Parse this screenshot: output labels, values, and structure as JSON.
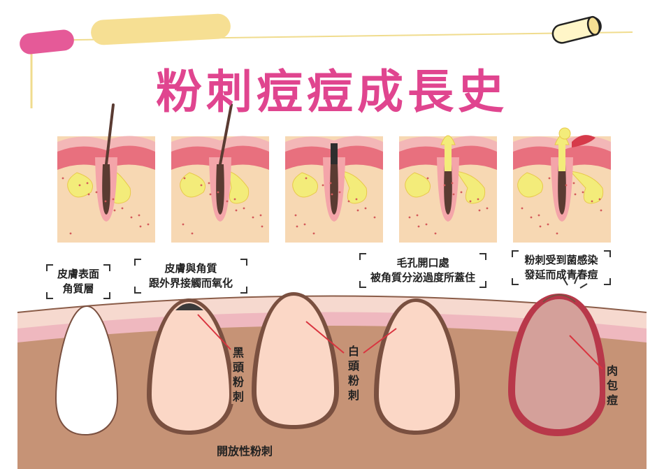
{
  "title": "粉刺痘痘成長史",
  "labels": {
    "skin_surface": [
      "皮膚表面",
      "角質層"
    ],
    "oxidation": [
      "皮膚與角質",
      "跟外界接觸而氧化"
    ],
    "pore_blocked": [
      "毛孔開口處",
      "被角質分泌過度所蓋住"
    ],
    "infection": [
      "粉刺受到菌感染",
      "發延而成青春痘"
    ],
    "blackhead": "黑頭粉刺",
    "whitehead": "白頭粉刺",
    "papule": "肉包痘",
    "open_comedone": "開放性粉刺"
  },
  "colors": {
    "title": "#e0458f",
    "skin_dermis": "#c69376",
    "skin_outer": "#f6d9cf",
    "skin_pink_band": "#efb8bf",
    "sebum": "#f3ec7a",
    "hair": "#5a3b32",
    "inflammation": "#b8384a",
    "accent_pink": "#e65a97",
    "accent_yellow": "#f4dc8a"
  }
}
